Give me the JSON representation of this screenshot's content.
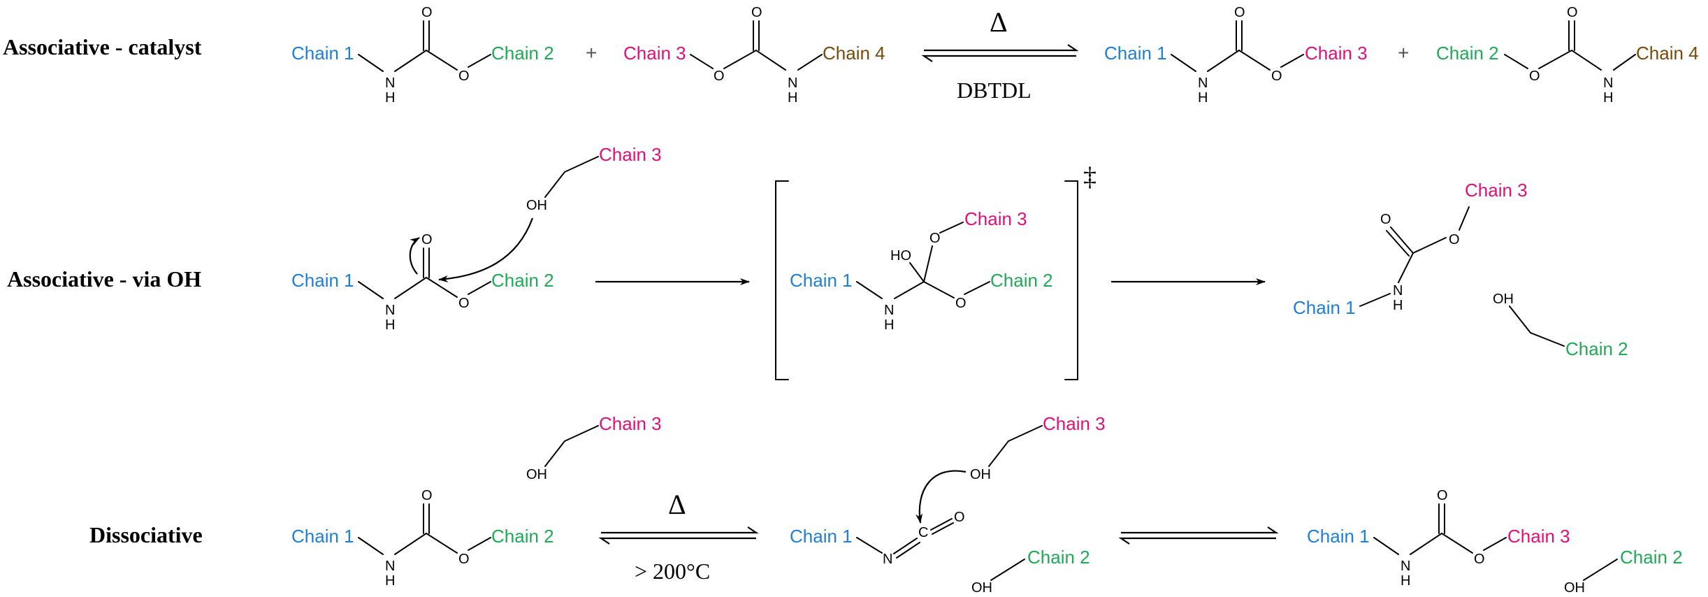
{
  "colors": {
    "chain_1": "#1e7fd6",
    "chain_2": "#1faa55",
    "chain_3": "#e0107a",
    "chain_4": "#7a4a08"
  },
  "labels": {
    "chain_1": "Chain 1",
    "chain_2": "Chain 2",
    "chain_3": "Chain 3",
    "chain_4": "Chain 4",
    "oxygen": "O",
    "nitrogen": "N",
    "hydrogen": "H",
    "carbon": "C",
    "hydroxyl": "OH",
    "hydroxyl_ho": "HO",
    "plus": "+",
    "transition_state": "‡"
  },
  "rows": {
    "catalyst": {
      "label": "Associative - catalyst",
      "condition_top": "Δ",
      "condition_bottom": "DBTDL"
    },
    "via_oh": {
      "label": "Associative - via OH"
    },
    "dissociative": {
      "label": "Dissociative",
      "condition_top": "Δ",
      "condition_bottom": "> 200°C"
    }
  }
}
